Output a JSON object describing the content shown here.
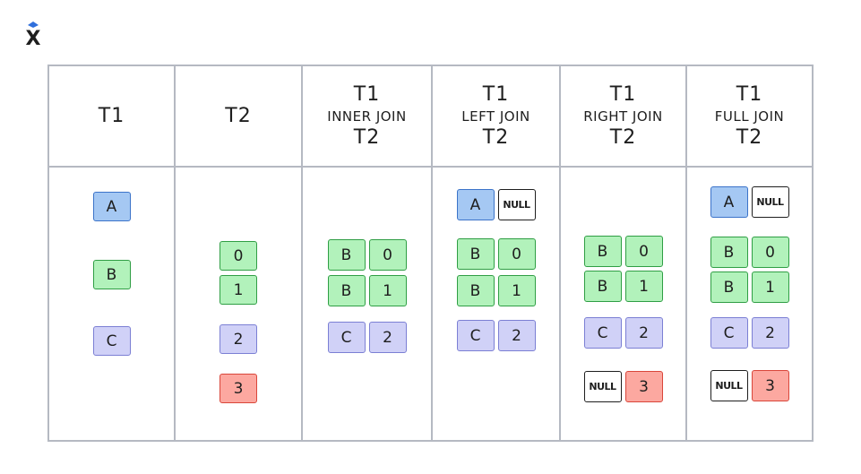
{
  "colors": {
    "blue_fill": "#a5c8f3",
    "blue_border": "#3b73c9",
    "green_fill": "#b2f2bb",
    "green_border": "#2f9e44",
    "purple_fill": "#d0d1f7",
    "purple_border": "#7b7fd4",
    "red_fill": "#fca8a0",
    "red_border": "#d9463a",
    "null_border": "#1e1e1e"
  },
  "logo": {
    "icon": "x-logo-icon",
    "glyph": "X"
  },
  "columns": [
    {
      "lines": [
        {
          "t": "T1",
          "s": "big"
        }
      ],
      "rows": [
        [
          {
            "v": "A",
            "c": "blue"
          }
        ],
        [
          {
            "v": "B",
            "c": "green"
          }
        ],
        [
          {
            "v": "C",
            "c": "purple"
          }
        ]
      ]
    },
    {
      "lines": [
        {
          "t": "T2",
          "s": "big"
        }
      ],
      "rows": [
        [
          {
            "v": "0",
            "c": "green"
          }
        ],
        [
          {
            "v": "1",
            "c": "green"
          }
        ],
        [
          {
            "v": "2",
            "c": "purple"
          }
        ],
        [
          {
            "v": "3",
            "c": "red"
          }
        ]
      ]
    },
    {
      "lines": [
        {
          "t": "T1",
          "s": "big"
        },
        {
          "t": "INNER JOIN",
          "s": "small"
        },
        {
          "t": "T2",
          "s": "big"
        }
      ],
      "rows": [
        [
          {
            "v": "B",
            "c": "green"
          },
          {
            "v": "0",
            "c": "green"
          }
        ],
        [
          {
            "v": "B",
            "c": "green"
          },
          {
            "v": "1",
            "c": "green"
          }
        ],
        [
          {
            "v": "C",
            "c": "purple"
          },
          {
            "v": "2",
            "c": "purple"
          }
        ]
      ]
    },
    {
      "lines": [
        {
          "t": "T1",
          "s": "big"
        },
        {
          "t": "LEFT JOIN",
          "s": "small"
        },
        {
          "t": "T2",
          "s": "big"
        }
      ],
      "rows": [
        [
          {
            "v": "A",
            "c": "blue"
          },
          {
            "v": "NULL",
            "c": "null"
          }
        ],
        [
          {
            "v": "B",
            "c": "green"
          },
          {
            "v": "0",
            "c": "green"
          }
        ],
        [
          {
            "v": "B",
            "c": "green"
          },
          {
            "v": "1",
            "c": "green"
          }
        ],
        [
          {
            "v": "C",
            "c": "purple"
          },
          {
            "v": "2",
            "c": "purple"
          }
        ]
      ]
    },
    {
      "lines": [
        {
          "t": "T1",
          "s": "big"
        },
        {
          "t": "RIGHT JOIN",
          "s": "small"
        },
        {
          "t": "T2",
          "s": "big"
        }
      ],
      "rows": [
        [
          {
            "v": "B",
            "c": "green"
          },
          {
            "v": "0",
            "c": "green"
          }
        ],
        [
          {
            "v": "B",
            "c": "green"
          },
          {
            "v": "1",
            "c": "green"
          }
        ],
        [
          {
            "v": "C",
            "c": "purple"
          },
          {
            "v": "2",
            "c": "purple"
          }
        ],
        [
          {
            "v": "NULL",
            "c": "null"
          },
          {
            "v": "3",
            "c": "red"
          }
        ]
      ]
    },
    {
      "lines": [
        {
          "t": "T1",
          "s": "big"
        },
        {
          "t": "FULL JOIN",
          "s": "small"
        },
        {
          "t": "T2",
          "s": "big"
        }
      ],
      "rows": [
        [
          {
            "v": "A",
            "c": "blue"
          },
          {
            "v": "NULL",
            "c": "null"
          }
        ],
        [
          {
            "v": "B",
            "c": "green"
          },
          {
            "v": "0",
            "c": "green"
          }
        ],
        [
          {
            "v": "B",
            "c": "green"
          },
          {
            "v": "1",
            "c": "green"
          }
        ],
        [
          {
            "v": "C",
            "c": "purple"
          },
          {
            "v": "2",
            "c": "purple"
          }
        ],
        [
          {
            "v": "NULL",
            "c": "null"
          },
          {
            "v": "3",
            "c": "red"
          }
        ]
      ]
    }
  ]
}
